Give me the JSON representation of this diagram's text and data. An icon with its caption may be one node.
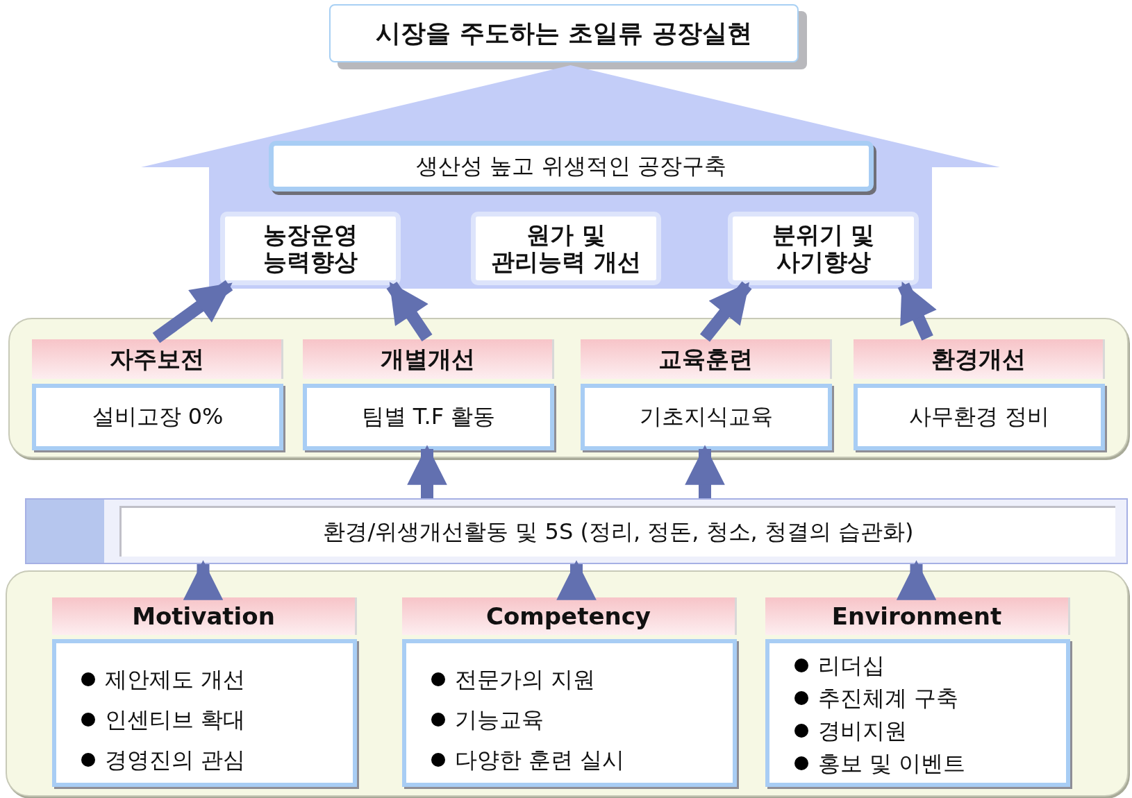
{
  "diagram": {
    "nodes": [
      {
        "text": [
          "시장을 주도하는 초일류 공장실현"
        ]
      },
      {
        "text": [],
        "shape": "arrow"
      },
      {
        "text": [
          "생산성 높고 위생적인 공장구축"
        ],
        "in": 1
      },
      {
        "text": [
          "농장운영 능력향상"
        ],
        "in": 1
      },
      {
        "text": [
          "원가 및 관리능력 개선"
        ],
        "in": 1
      },
      {
        "text": [
          "분위기 및 사기향상"
        ],
        "in": 1
      },
      {
        "text": [],
        "shape": "box"
      },
      {
        "text": [
          "자주보전",
          "설비고장 0%"
        ],
        "in": 6
      },
      {
        "text": [
          "개별개선",
          "팀별 T.F 활동"
        ],
        "in": 6
      },
      {
        "text": [
          "교육훈련",
          "기초지식교육"
        ],
        "in": 6
      },
      {
        "text": [
          "환경개선",
          "사무환경 정비"
        ],
        "in": 6
      },
      {
        "text": [
          "환경/위생개선활동 및 5S (정리, 정돈, 청소, 청결의 습관화)"
        ]
      },
      {
        "text": [],
        "shape": "box"
      },
      {
        "text": [
          "Motivation",
          "제안제도 개선",
          "인센티브 확대",
          "경영진의 관심"
        ],
        "in": 12
      },
      {
        "text": [
          "Competency",
          "전문가의 지원",
          "기능교육",
          "다양한 훈련 실시"
        ],
        "in": 12
      },
      {
        "text": [
          "Environment",
          "리더십",
          "추진체계 구축",
          "경비지원",
          "홍보 및 이벤트"
        ],
        "in": 12
      }
    ],
    "edges": [
      {
        "from": 7,
        "to": 3,
        "arrow": "to"
      },
      {
        "from": 8,
        "to": 3,
        "arrow": "to"
      },
      {
        "from": 9,
        "to": 5,
        "arrow": "to"
      },
      {
        "from": 10,
        "to": 5,
        "arrow": "to"
      },
      {
        "from": 11,
        "to": 8,
        "arrow": "to"
      },
      {
        "from": 11,
        "to": 9,
        "arrow": "to"
      },
      {
        "from": 13,
        "to": 11,
        "arrow": "to"
      },
      {
        "from": 14,
        "to": 11,
        "arrow": "to"
      },
      {
        "from": 15,
        "to": 11,
        "arrow": "to"
      }
    ]
  }
}
